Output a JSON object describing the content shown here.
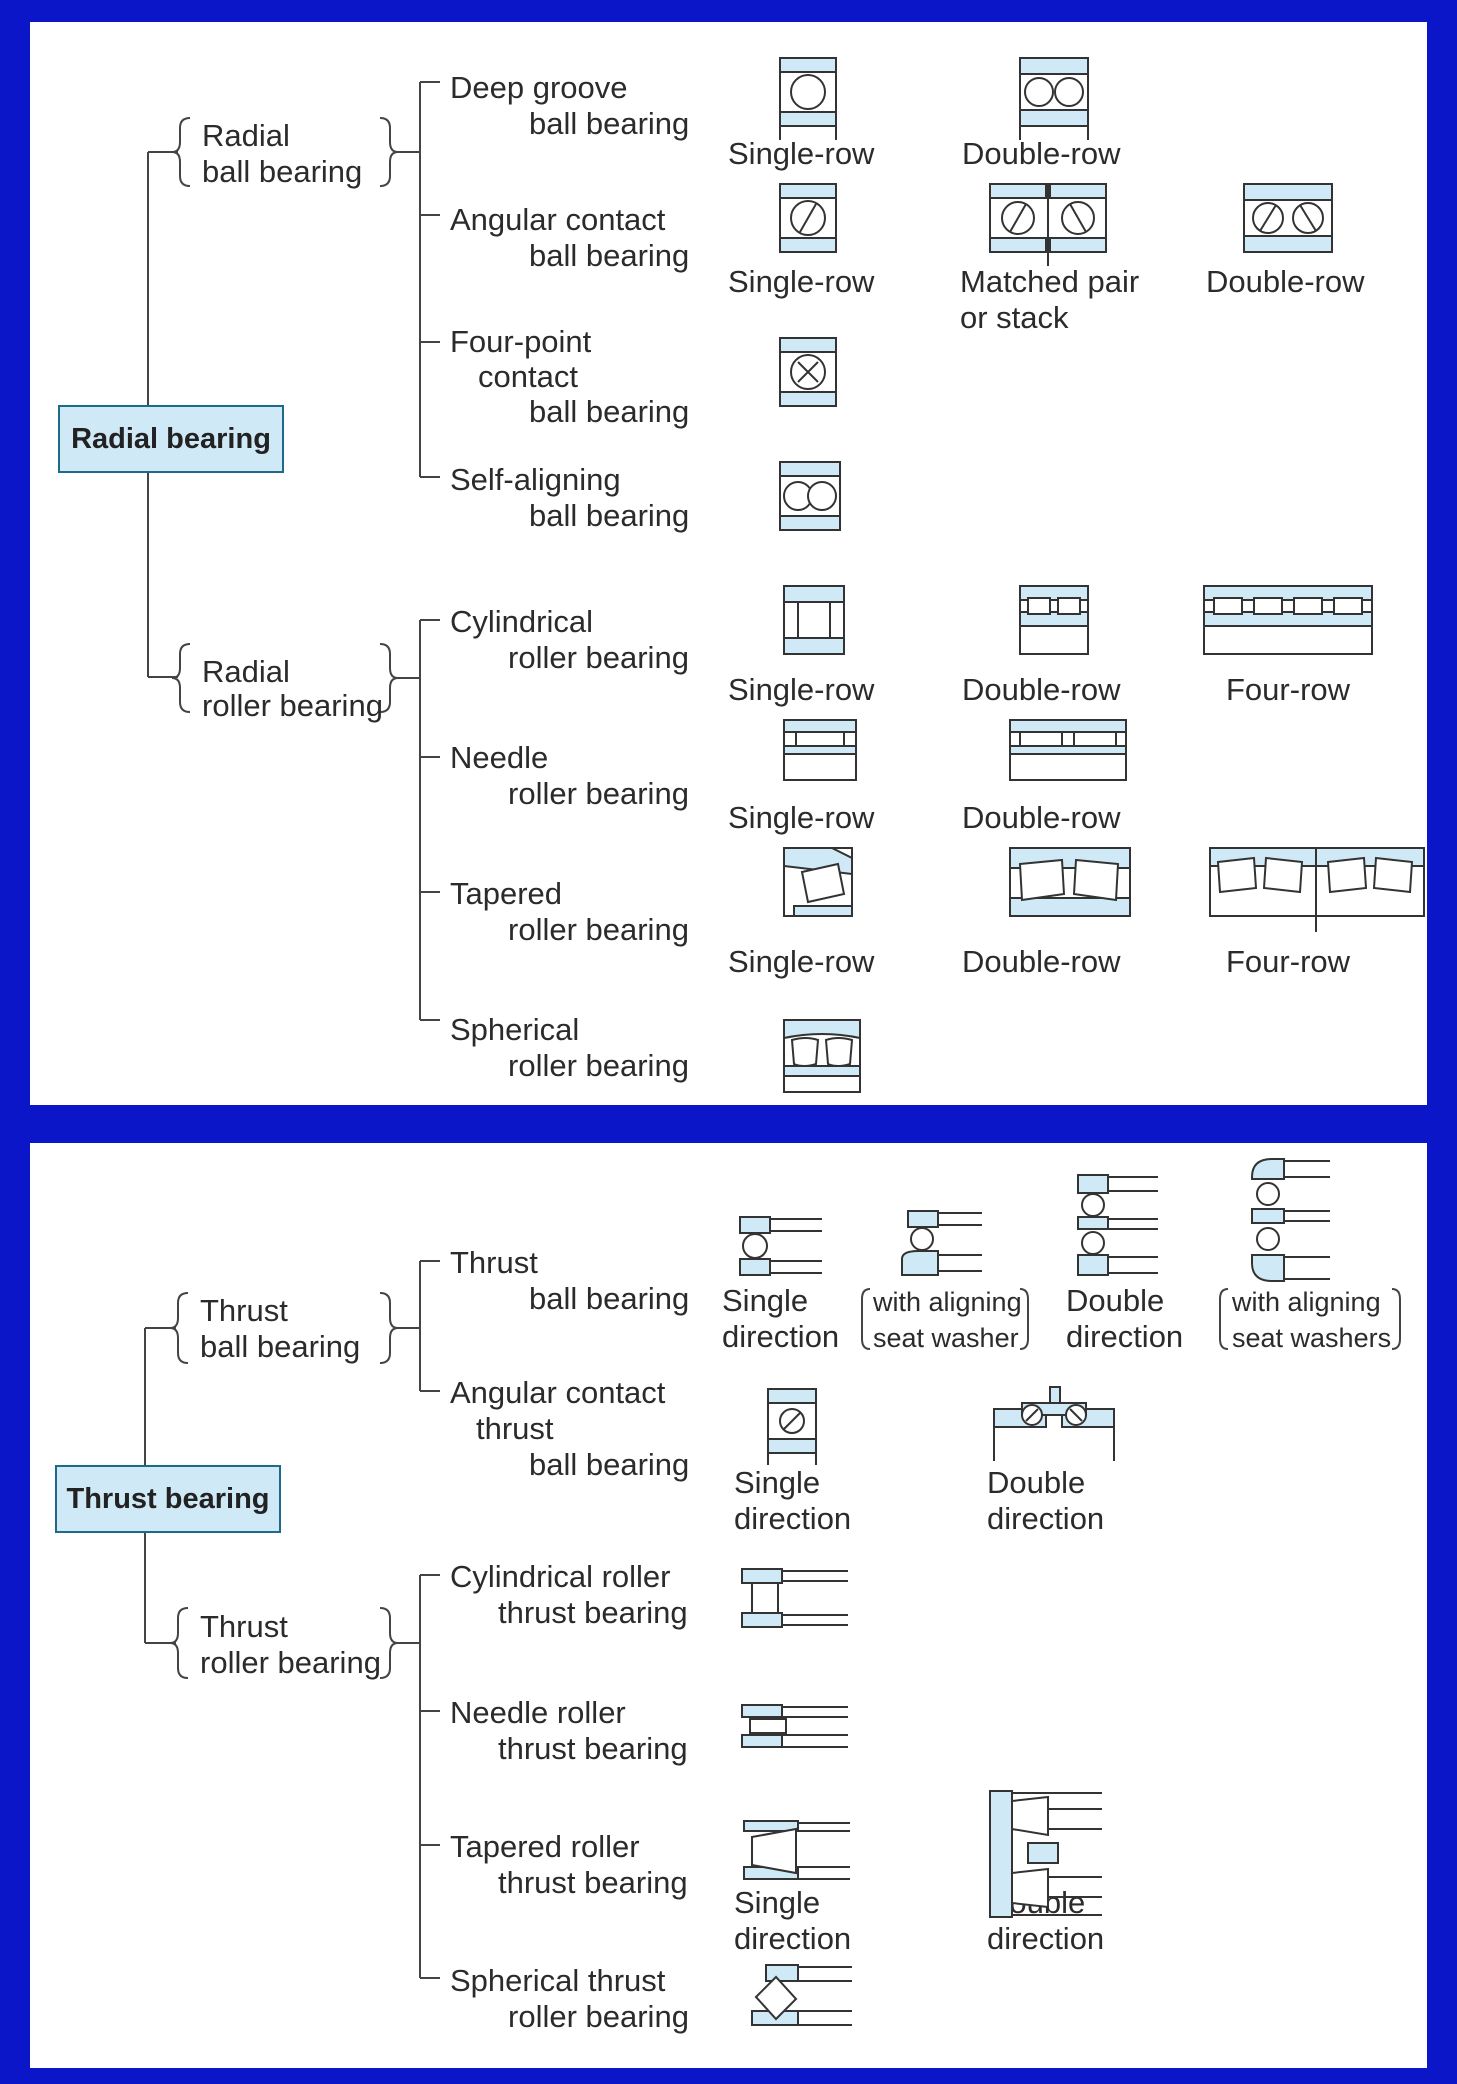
{
  "radial": {
    "root": "Radial bearing",
    "ball_group": [
      "Radial",
      "ball bearing"
    ],
    "roller_group": [
      "Radial",
      "roller bearing"
    ],
    "ball_types": [
      {
        "l1": "Deep groove",
        "l2": "ball bearing",
        "variants": [
          "Single-row",
          "Double-row"
        ]
      },
      {
        "l1": "Angular contact",
        "l2": "ball bearing",
        "variants": [
          "Single-row",
          "Matched pair",
          "or stack",
          "Double-row"
        ]
      },
      {
        "l1": "Four-point",
        "l1b": "contact",
        "l2": "ball bearing"
      },
      {
        "l1": "Self-aligning",
        "l2": "ball bearing"
      }
    ],
    "roller_types": [
      {
        "l1": "Cylindrical",
        "l2": "roller bearing",
        "variants": [
          "Single-row",
          "Double-row",
          "Four-row"
        ]
      },
      {
        "l1": "Needle",
        "l2": "roller bearing",
        "variants": [
          "Single-row",
          "Double-row"
        ]
      },
      {
        "l1": "Tapered",
        "l2": "roller bearing",
        "variants": [
          "Single-row",
          "Double-row",
          "Four-row"
        ]
      },
      {
        "l1": "Spherical",
        "l2": "roller bearing"
      }
    ]
  },
  "thrust": {
    "root": "Thrust bearing",
    "ball_group": [
      "Thrust",
      "ball bearing"
    ],
    "roller_group": [
      "Thrust",
      "roller bearing"
    ],
    "ball_types": [
      {
        "l1": "Thrust",
        "l2": "ball bearing",
        "variants": [
          "Single",
          "direction",
          "with aligning",
          "seat washer",
          "Double",
          "direction",
          "with aligning",
          "seat washers"
        ]
      },
      {
        "l1": "Angular contact",
        "l1b": "thrust",
        "l2": "ball bearing",
        "variants": [
          "Single",
          "direction",
          "Double",
          "direction"
        ]
      }
    ],
    "roller_types": [
      {
        "l1": "Cylindrical roller",
        "l2": "thrust bearing"
      },
      {
        "l1": "Needle roller",
        "l2": "thrust bearing"
      },
      {
        "l1": "Tapered roller",
        "l2": "thrust bearing",
        "variants": [
          "Single",
          "direction",
          "Double",
          "direction"
        ]
      },
      {
        "l1": "Spherical thrust",
        "l2": "roller bearing"
      }
    ]
  },
  "colors": {
    "frame": "#0a16c8",
    "fill": "#cfe9f6",
    "stroke": "#333333"
  }
}
